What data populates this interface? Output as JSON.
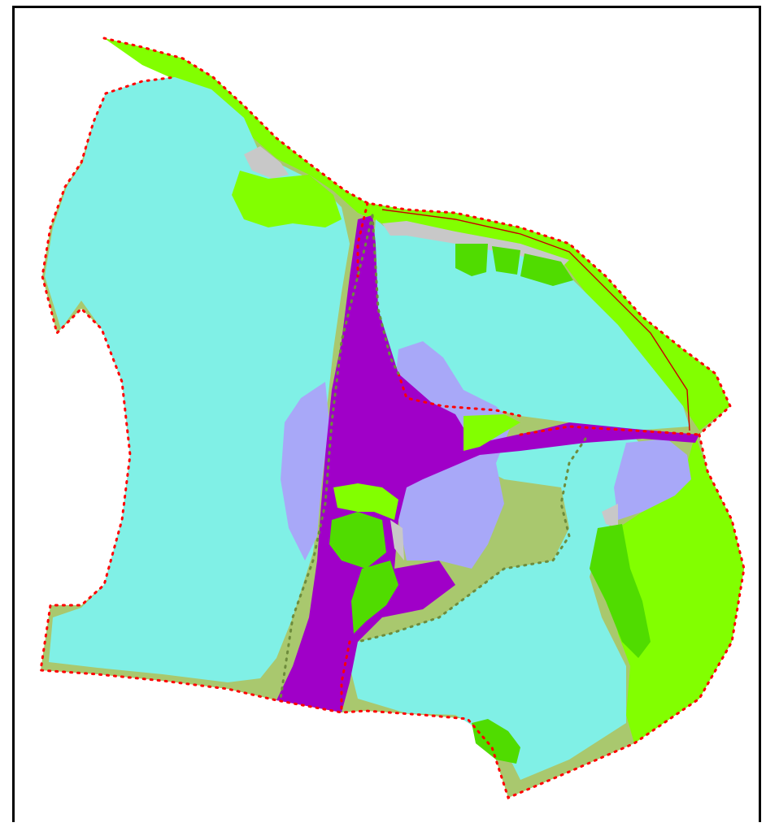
{
  "map": {
    "legend_colors": {
      "water": "#80F0E6",
      "grassland_light": "#82FF00",
      "grassland_dark": "#50DC00",
      "purple": "#A000C8",
      "lavender": "#A8A8F8",
      "olive_border": "#A9C86E",
      "grey": "#C8C8C8",
      "boundary_red": "#FF0000",
      "boundary_green": "#6E8C3C"
    },
    "patches": [
      {
        "id": "west-water",
        "cls": "water"
      },
      {
        "id": "northeast-water",
        "cls": "water"
      },
      {
        "id": "southeast-water",
        "cls": "water"
      },
      {
        "id": "central-purple-corridor",
        "cls": "purple"
      },
      {
        "id": "east-grassland",
        "cls": "grassland_light"
      },
      {
        "id": "north-grassland-strip",
        "cls": "grassland_light"
      },
      {
        "id": "lavender-west",
        "cls": "lavender"
      },
      {
        "id": "lavender-center",
        "cls": "lavender"
      },
      {
        "id": "lavender-east",
        "cls": "lavender"
      }
    ]
  }
}
